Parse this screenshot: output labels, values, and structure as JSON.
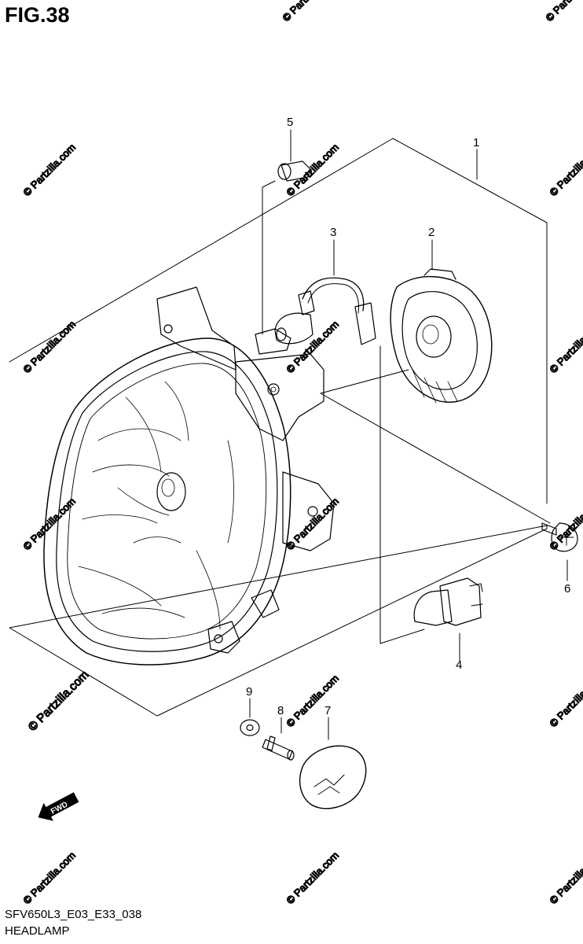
{
  "figure": {
    "title": "FIG.38"
  },
  "callouts": [
    "1",
    "2",
    "3",
    "4",
    "5",
    "6",
    "7",
    "8",
    "9"
  ],
  "fwd_label": "FWD",
  "watermark": "© Partzilla.com",
  "footer": {
    "model_line": "SFV650L3_E03_E33_038",
    "part_name": "HEADLAMP"
  }
}
